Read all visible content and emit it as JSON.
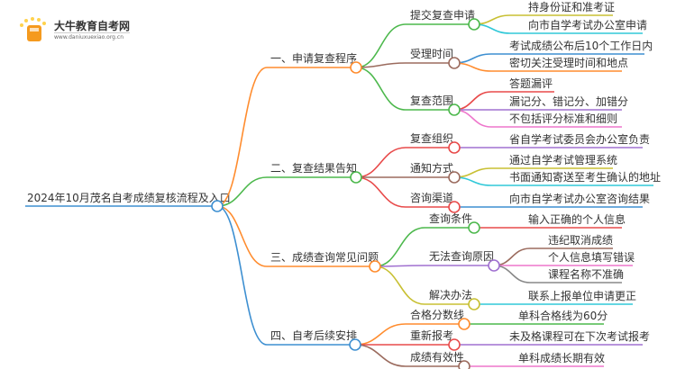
{
  "logo": {
    "name": "大牛教育自考网",
    "url": "www.daniuxuexiao.org.cn"
  },
  "root": {
    "label": "2024年10月茂名自考成绩复核流程及入口"
  },
  "branches": [
    {
      "label": "一、申请复查程序",
      "children": [
        {
          "label": "提交复查申请",
          "leaves": [
            "持身份证和准考证",
            "向市自学考试办公室申请"
          ]
        },
        {
          "label": "受理时间",
          "leaves": [
            "考试成绩公布后10个工作日内",
            "密切关注受理时间和地点"
          ]
        },
        {
          "label": "复查范围",
          "leaves": [
            "答题漏评",
            "漏记分、错记分、加错分",
            "不包括评分标准和细则"
          ]
        }
      ]
    },
    {
      "label": "二、复查结果告知",
      "children": [
        {
          "label": "复查组织",
          "leaves": [
            "省自学考试委员会办公室负责"
          ]
        },
        {
          "label": "通知方式",
          "leaves": [
            "通过自学考试管理系统",
            "书面通知寄送至考生确认的地址"
          ]
        },
        {
          "label": "咨询渠道",
          "leaves": [
            "向市自学考试办公室咨询结果"
          ]
        }
      ]
    },
    {
      "label": "三、成绩查询常见问题",
      "children": [
        {
          "label": "查询条件",
          "leaves": [
            "输入正确的个人信息"
          ]
        },
        {
          "label": "无法查询原因",
          "leaves": [
            "违纪取消成绩",
            "个人信息填写错误",
            "课程名称不准确"
          ]
        },
        {
          "label": "解决办法",
          "leaves": [
            "联系上报单位申请更正"
          ]
        }
      ]
    },
    {
      "label": "四、自考后续安排",
      "children": [
        {
          "label": "合格分数线",
          "leaves": [
            "单科合格线为60分"
          ]
        },
        {
          "label": "重新报考",
          "leaves": [
            "未及格课程可在下次考试报考"
          ]
        },
        {
          "label": "成绩有效性",
          "leaves": [
            "单科成绩长期有效"
          ]
        }
      ]
    }
  ],
  "colors": {
    "orange": "#ff8c2e",
    "green": "#4cb84c",
    "blue": "#3d8fd1",
    "red": "#e84a4a",
    "brown": "#9b6b5e",
    "purple": "#a070d0",
    "pink": "#ee77cc",
    "olive": "#c8c033",
    "cyan": "#30c8d8",
    "grey": "#888888"
  }
}
